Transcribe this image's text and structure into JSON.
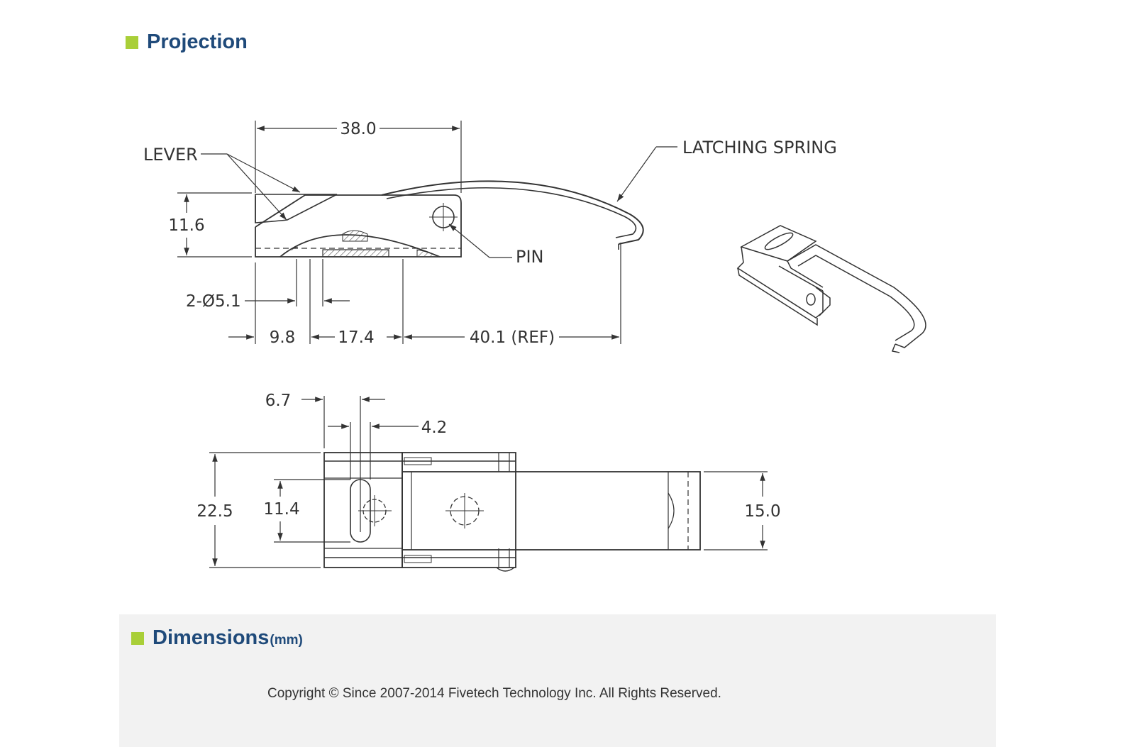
{
  "sections": {
    "projection_title": "Projection",
    "dimensions_title": "Dimensions",
    "dimensions_unit": "(mm)"
  },
  "drawing": {
    "side_view": {
      "lever_label": "LEVER",
      "latching_spring_label": "LATCHING SPRING",
      "pin_label": "PIN",
      "overall_length": "38.0",
      "height": "11.6",
      "hole_spec": "2-Ø5.1",
      "hole_offset": "9.8",
      "hole_pitch": "17.4",
      "reach": "40.1 (REF)"
    },
    "top_view": {
      "slot_offset": "6.7",
      "slot_width": "4.2",
      "overall_width": "22.5",
      "slot_length": "11.4",
      "lever_width": "15.0"
    }
  },
  "footer": {
    "copyright": "Copyright © Since 2007-2014 Fivetech Technology Inc. All Rights Reserved."
  },
  "colors": {
    "accent_square": "#a9cf38",
    "heading_text": "#1f4a7a",
    "panel_background": "#f2f2f2"
  }
}
